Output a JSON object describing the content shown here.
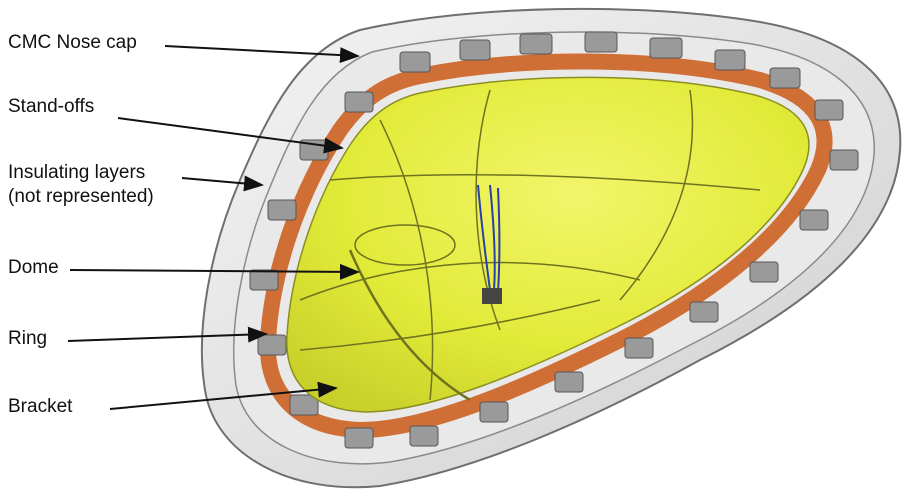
{
  "labels": {
    "nose_cap": "CMC Nose cap",
    "standoffs": "Stand-offs",
    "insulating_line1": "Insulating  layers",
    "insulating_line2": "(not represented)",
    "dome": "Dome",
    "ring": "Ring",
    "bracket": "Bracket"
  },
  "colors": {
    "dome": "#e4ec3c",
    "ring": "#d2743a",
    "nose_cap": "#e6e6e6",
    "structure": "#7a7a7a"
  }
}
